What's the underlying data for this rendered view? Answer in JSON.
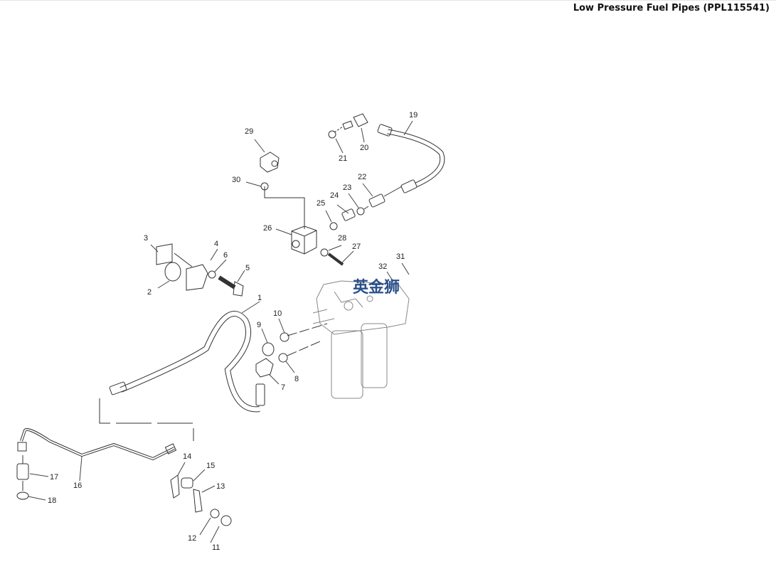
{
  "header": {
    "title": "Low Pressure Fuel Pipes (PPL115541)"
  },
  "diagram": {
    "watermark": "英金狮",
    "callouts": [
      "1",
      "2",
      "3",
      "4",
      "5",
      "6",
      "7",
      "8",
      "9",
      "10",
      "11",
      "12",
      "13",
      "14",
      "15",
      "16",
      "17",
      "18",
      "19",
      "20",
      "21",
      "22",
      "23",
      "24",
      "25",
      "26",
      "27",
      "28",
      "29",
      "30",
      "31",
      "32"
    ],
    "line_color": "#333333",
    "watermark_color": "#2a4f8a"
  }
}
